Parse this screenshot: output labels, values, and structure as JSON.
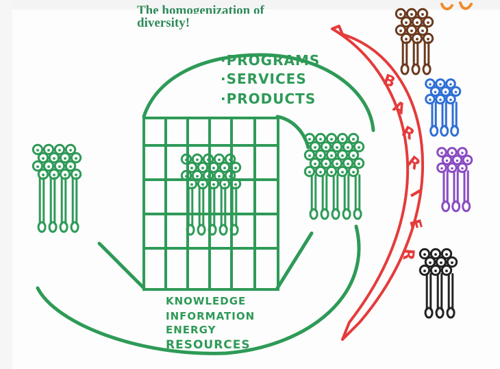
{
  "title": {
    "line1": "The homogenization of",
    "line2": "diversity!"
  },
  "top_list": [
    "PROGRAMS",
    "SERVICES",
    "PRODUCTS"
  ],
  "bottom_list": [
    "KNOWLEDGE",
    "INFORMATION",
    "ENERGY",
    "RESOURCES"
  ],
  "barrier_letters": [
    "B",
    "A",
    "R",
    "R",
    "I",
    "E",
    "R"
  ],
  "colors": {
    "green": "#2e9a57",
    "red": "#e53b3b",
    "brown": "#6b3a1f",
    "blue": "#2f6fd6",
    "purple": "#8a4cc2",
    "black": "#222222",
    "orange": "#f08a2a"
  }
}
